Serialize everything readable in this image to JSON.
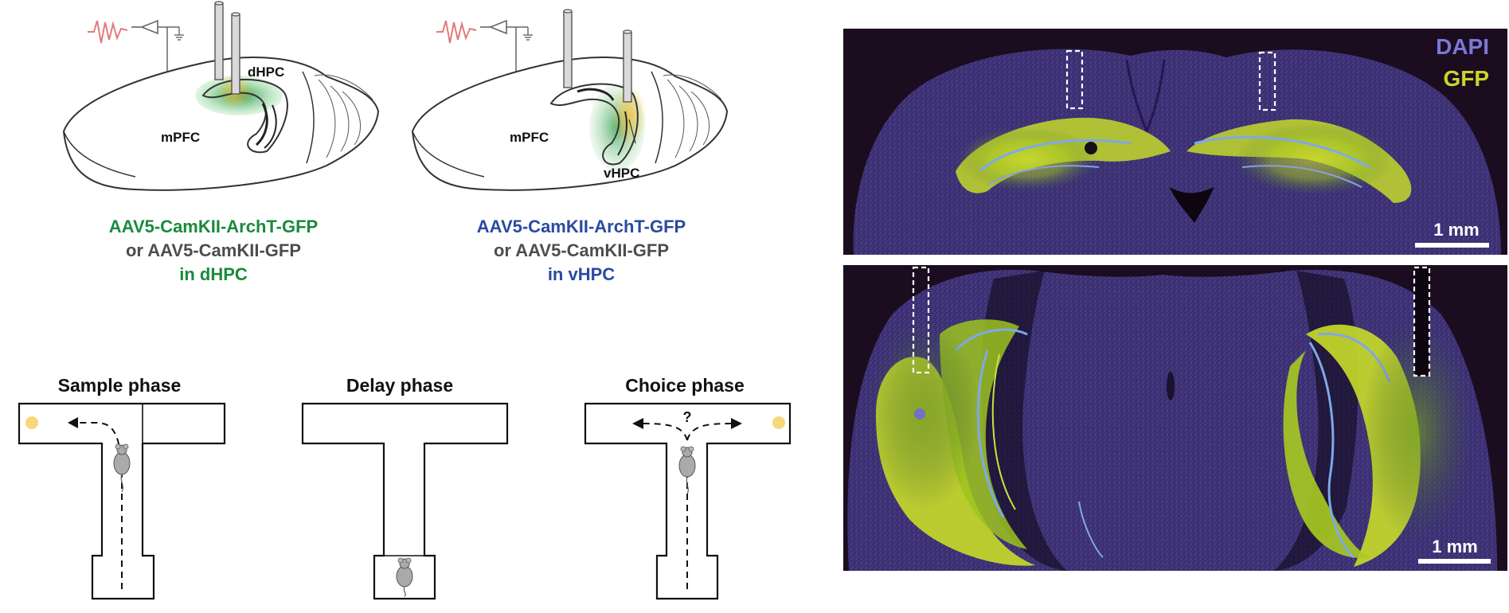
{
  "panels": {
    "dhpc": {
      "label_mpfc": "mPFC",
      "label_region": "dHPC",
      "caption": [
        "AAV5-CamKII-ArchT-GFP",
        "or AAV5-CamKII-GFP",
        "in dHPC"
      ]
    },
    "vhpc": {
      "label_mpfc": "mPFC",
      "label_region": "vHPC",
      "caption": [
        "AAV5-CamKII-ArchT-GFP",
        "or AAV5-CamKII-GFP",
        "in vHPC"
      ]
    }
  },
  "maze": {
    "sample_title": "Sample phase",
    "delay_title": "Delay phase",
    "choice_title": "Choice phase",
    "question_mark": "?"
  },
  "histology": {
    "legend_dapi": "DAPI",
    "legend_gfp": "GFP",
    "scalebar_top": "1 mm",
    "scalebar_bottom": "1 mm"
  },
  "colors": {
    "dhpc_green": "#1a8a3c",
    "vhpc_blue": "#2a4aa0",
    "gray_text": "#4d4d4d",
    "dapi": "#7b78d8",
    "gfp": "#c9d62a",
    "reward": "#f7d77a"
  }
}
